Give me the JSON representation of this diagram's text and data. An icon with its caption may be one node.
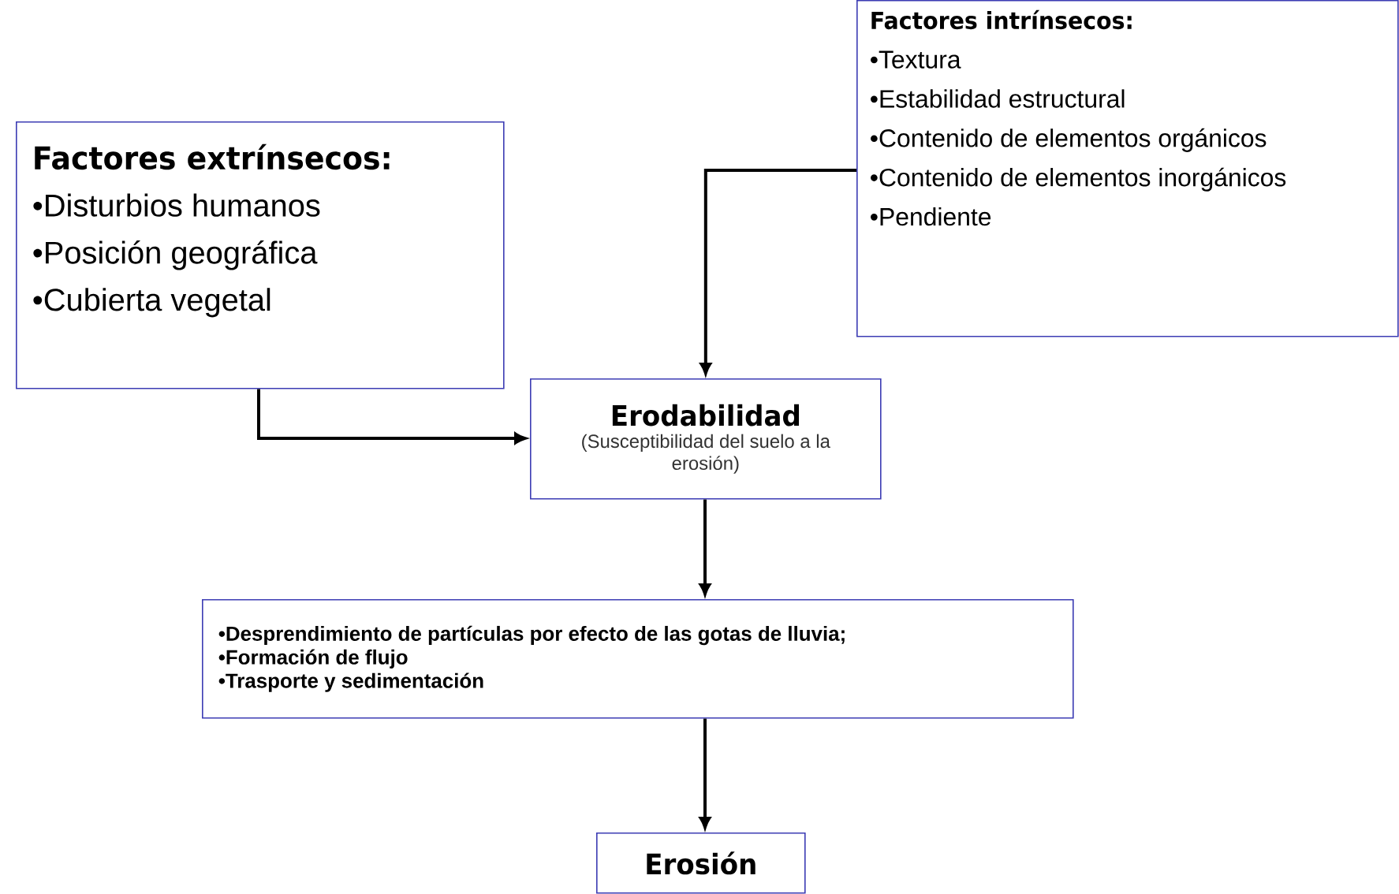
{
  "diagram": {
    "nodes": [
      {
        "text": [
          "Factores extrínsecos:",
          "•Disturbios humanos",
          "•Posición geográfica",
          "•Cubierta vegetal"
        ]
      },
      {
        "text": [
          "Factores intrínsecos:",
          "•Textura",
          "•Estabilidad estructural",
          "•Contenido de elementos orgánicos",
          "•Contenido de elementos inorgánicos",
          "•Pendiente"
        ]
      },
      {
        "text": [
          "Erodabilidad",
          "(Susceptibilidad del suelo a la erosión)"
        ]
      },
      {
        "text": [
          "•Desprendimiento de partículas por efecto de las gotas de lluvia;",
          "•Formación de flujo",
          "•Trasporte y sedimentación"
        ]
      },
      {
        "text": [
          "Erosión"
        ]
      }
    ],
    "edges": [
      {
        "from": 0,
        "to": 2,
        "arrow": "to"
      },
      {
        "from": 1,
        "to": 2,
        "arrow": "to"
      },
      {
        "from": 2,
        "to": 3,
        "arrow": "to"
      },
      {
        "from": 3,
        "to": 4,
        "arrow": "to"
      }
    ]
  }
}
